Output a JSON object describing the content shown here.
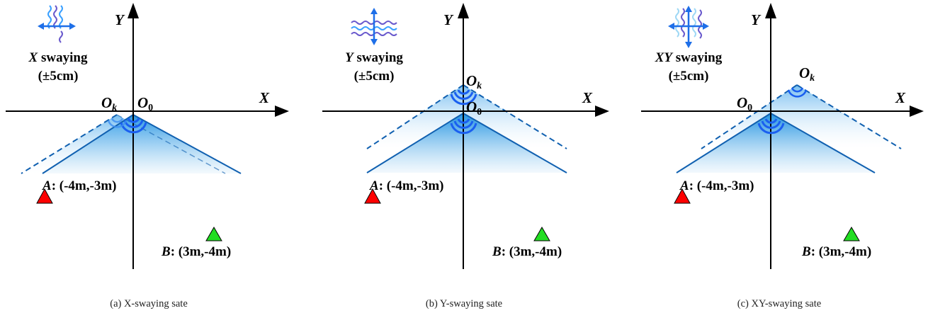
{
  "axis_x": "X",
  "axis_y": "Y",
  "origin_label": "O",
  "origin_sub": "0",
  "moved_label": "O",
  "moved_sub": "k",
  "amplitude": "(±5cm)",
  "point_a": {
    "name": "A",
    "coords": ": (-4m,-3m)",
    "color": "#ff0000"
  },
  "point_b": {
    "name": "B",
    "coords": ": (3m,-4m)",
    "color": "#22dd22"
  },
  "colors": {
    "beam": "#1a8fe0",
    "beam_edge": "#1060b0",
    "arrow": "#1e6fe8",
    "wave_a": "#3aa0ff",
    "wave_b": "#6a5acd"
  },
  "panels": [
    {
      "id": "a",
      "mode": "X",
      "mode_suffix": " swaying",
      "caption": "(a) X-swaying sate",
      "icon": "x-sway-icon"
    },
    {
      "id": "b",
      "mode": "Y",
      "mode_suffix": " swaying",
      "caption": "(b) Y-swaying sate",
      "icon": "y-sway-icon"
    },
    {
      "id": "c",
      "mode": "XY",
      "mode_suffix": " swaying",
      "caption": "(c) XY-swaying sate",
      "icon": "xy-sway-icon"
    }
  ]
}
